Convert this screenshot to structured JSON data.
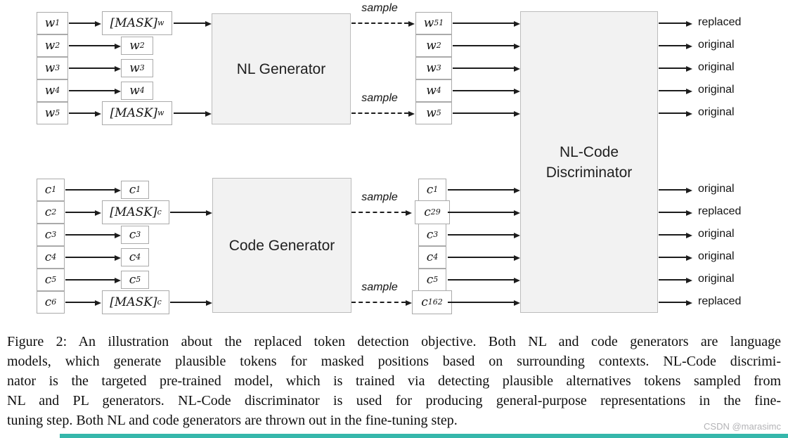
{
  "nl": {
    "inputs": [
      {
        "b": "w",
        "s": "1"
      },
      {
        "b": "w",
        "s": "2"
      },
      {
        "b": "w",
        "s": "3"
      },
      {
        "b": "w",
        "s": "4"
      },
      {
        "b": "w",
        "s": "5"
      }
    ],
    "masked": [
      {
        "b": "[MASK]",
        "s": "w"
      },
      {
        "b": "w",
        "s": "2"
      },
      {
        "b": "w",
        "s": "3"
      },
      {
        "b": "w",
        "s": "4"
      },
      {
        "b": "[MASK]",
        "s": "w"
      }
    ],
    "sampled": [
      {
        "b": "w",
        "s": "51"
      },
      {
        "b": "w",
        "s": "2"
      },
      {
        "b": "w",
        "s": "3"
      },
      {
        "b": "w",
        "s": "4"
      },
      {
        "b": "w",
        "s": "5"
      }
    ],
    "generator": "NL Generator",
    "samples": [
      "sample",
      "sample"
    ],
    "outputs": [
      "replaced",
      "original",
      "original",
      "original",
      "original"
    ]
  },
  "code": {
    "inputs": [
      {
        "b": "c",
        "s": "1"
      },
      {
        "b": "c",
        "s": "2"
      },
      {
        "b": "c",
        "s": "3"
      },
      {
        "b": "c",
        "s": "4"
      },
      {
        "b": "c",
        "s": "5"
      },
      {
        "b": "c",
        "s": "6"
      }
    ],
    "masked": [
      {
        "b": "c",
        "s": "1"
      },
      {
        "b": "[MASK]",
        "s": "c"
      },
      {
        "b": "c",
        "s": "3"
      },
      {
        "b": "c",
        "s": "4"
      },
      {
        "b": "c",
        "s": "5"
      },
      {
        "b": "[MASK]",
        "s": "c"
      }
    ],
    "sampled": [
      {
        "b": "c",
        "s": "1"
      },
      {
        "b": "c",
        "s": "29"
      },
      {
        "b": "c",
        "s": "3"
      },
      {
        "b": "c",
        "s": "4"
      },
      {
        "b": "c",
        "s": "5"
      },
      {
        "b": "c",
        "s": "162"
      }
    ],
    "generator": "Code Generator",
    "samples": [
      "sample",
      "sample"
    ],
    "outputs": [
      "original",
      "replaced",
      "original",
      "original",
      "original",
      "replaced"
    ]
  },
  "disc": {
    "line1": "NL-Code",
    "line2": "Discriminator"
  },
  "caption": {
    "lines": [
      "Figure 2: An illustration about the replaced token detection objective. Both NL and code generators are language",
      "models, which generate plausible tokens for masked positions based on surrounding contexts. NL-Code discrimi-",
      "nator is the targeted pre-trained model, which is trained via detecting plausible alternatives tokens sampled from",
      "NL and PL generators. NL-Code discriminator is used for producing general-purpose representations in the fine-",
      "tuning step. Both NL and code generators are thrown out in the fine-tuning step."
    ]
  },
  "watermark": {
    "text": "CSDN @marasimc"
  },
  "colors": {
    "generator_fill": "#f2f2f2",
    "box_border": "#aaaaaa",
    "arrow": "#1d1d1d",
    "accent_bar": "#35b7ab",
    "watermark_gray": "#b3b3b6"
  }
}
